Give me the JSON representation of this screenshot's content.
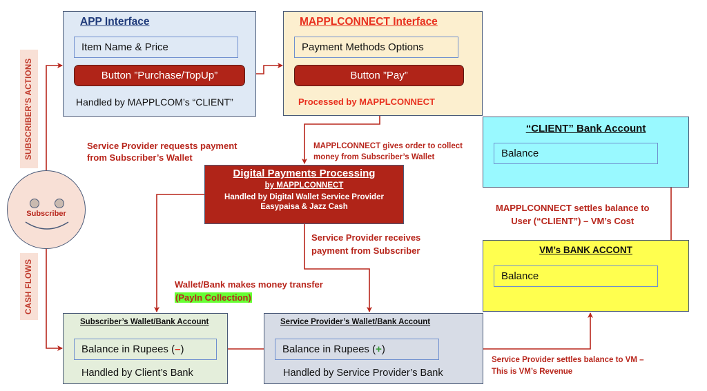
{
  "lanes": {
    "subscriber_actions": "SUBSCRIBER’S ACTIONS",
    "cash_flows": "CASH FLOWS"
  },
  "subscriber": {
    "label": "Subscriber"
  },
  "app_interface": {
    "title": "APP Interface",
    "item_field": "Item Name & Price",
    "button": "Button ”Purchase/TopUp”",
    "footer": "Handled by MAPPLCOM’s “CLIENT”"
  },
  "mapplconnect_interface": {
    "title": "MAPPLCONNECT Interface",
    "options_field": "Payment Methods Options",
    "button": "Button ”Pay”",
    "footer": "Processed by MAPPLCONNECT"
  },
  "client_bank": {
    "title": "“CLIENT” Bank Account",
    "balance": "Balance"
  },
  "vm_bank": {
    "title": "VM’s BANK ACCONT",
    "balance": "Balance"
  },
  "digital_processing": {
    "title": "Digital Payments Processing",
    "subtitle": "by MAPPLCONNECT",
    "line1": "Handled by Digital Wallet Service Provider",
    "line2": "Easypaisa & Jazz Cash"
  },
  "subscriber_wallet": {
    "title": "Subscriber’s Wallet/Bank Account",
    "balance_prefix": "Balance in Rupees (",
    "balance_sign": "–",
    "balance_suffix": ")",
    "footer": "Handled by Client’s Bank"
  },
  "provider_wallet": {
    "title": "Service Provider’s Wallet/Bank Account",
    "balance_prefix": "Balance in Rupees (",
    "balance_sign": "+",
    "balance_suffix": ")",
    "footer": "Handled by Service Provider’s Bank"
  },
  "notes": {
    "sp_requests_1": "Service Provider requests payment",
    "sp_requests_2": "from Subscriber’s Wallet",
    "order_collect_1": "MAPPLCONNECT gives order to collect",
    "order_collect_2": "money from Subscriber’s Wallet",
    "sp_receives_1": "Service Provider receives",
    "sp_receives_2": "payment from Subscriber",
    "transfer_1": "Wallet/Bank makes money transfer",
    "transfer_2": "(PayIn Collection)",
    "settles_client_1": "MAPPLCONNECT settles balance to",
    "settles_client_2": "User (“CLIENT”) – VM’s Cost",
    "settles_vm_1": "Service Provider settles balance to VM –",
    "settles_vm_2": "This is VM’s Revenue"
  },
  "colors": {
    "arrow": "#b8261c",
    "app_bg": "#dfe9f5",
    "mapplconnect_bg": "#fcefcf",
    "client_bg": "#99f9ff",
    "vm_bg": "#ffff4f",
    "digital_bg": "#b02418",
    "subscriber_wallet_bg": "#e4eedb",
    "provider_wallet_bg": "#d7dce6",
    "highlight": "#66ff33",
    "minus": "#e02a1a",
    "plus": "#3a9a3a"
  }
}
